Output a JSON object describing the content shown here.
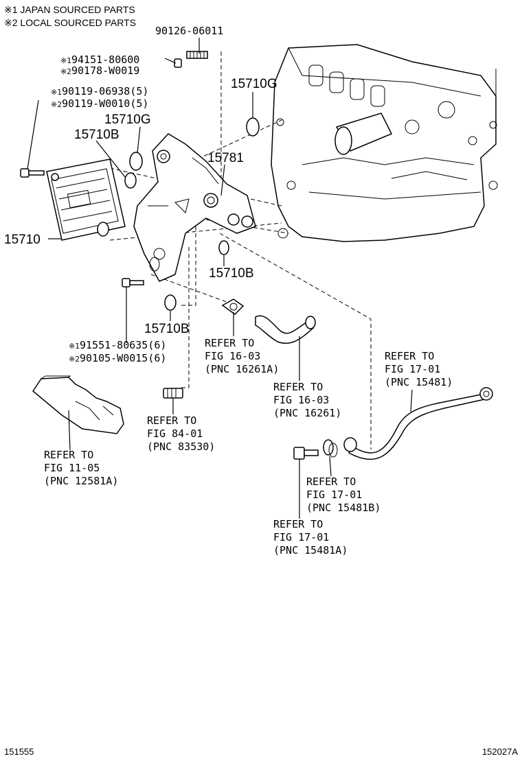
{
  "notes": {
    "japan": "※1 JAPAN SOURCED PARTS",
    "local": "※2 LOCAL SOURCED PARTS"
  },
  "parts": {
    "p90126": "90126-06011",
    "p94151_num": "94151-80600",
    "p90178_num": "90178-W0019",
    "p90119a_num": "90119-06938(5)",
    "p90119b_num": "90119-W0010(5)",
    "p91551_num": "91551-80635(6)",
    "p90105_num": "90105-W0015(6)",
    "p15710G_top": "15710G",
    "p15710G_mid": "15710G",
    "p15710B_upper": "15710B",
    "p15781": "15781",
    "p15710": "15710",
    "p15710B_right": "15710B",
    "p15710B_lower": "15710B"
  },
  "markers": {
    "m1": "※1",
    "m2": "※2"
  },
  "refs": {
    "r16261A": {
      "line1": "REFER TO",
      "line2": "FIG 16-03",
      "line3": "(PNC 16261A)"
    },
    "r16261": {
      "line1": "REFER TO",
      "line2": "FIG 16-03",
      "line3": "(PNC 16261)"
    },
    "r15481": {
      "line1": "REFER TO",
      "line2": "FIG 17-01",
      "line3": "(PNC 15481)"
    },
    "r83530": {
      "line1": "REFER TO",
      "line2": "FIG 84-01",
      "line3": "(PNC 83530)"
    },
    "r12581A": {
      "line1": "REFER TO",
      "line2": "FIG 11-05",
      "line3": "(PNC 12581A)"
    },
    "r15481B": {
      "line1": "REFER TO",
      "line2": "FIG 17-01",
      "line3": "(PNC 15481B)"
    },
    "r15481A": {
      "line1": "REFER TO",
      "line2": "FIG 17-01",
      "line3": "(PNC 15481A)"
    }
  },
  "footer": {
    "left": "151555",
    "right": "152027A"
  }
}
